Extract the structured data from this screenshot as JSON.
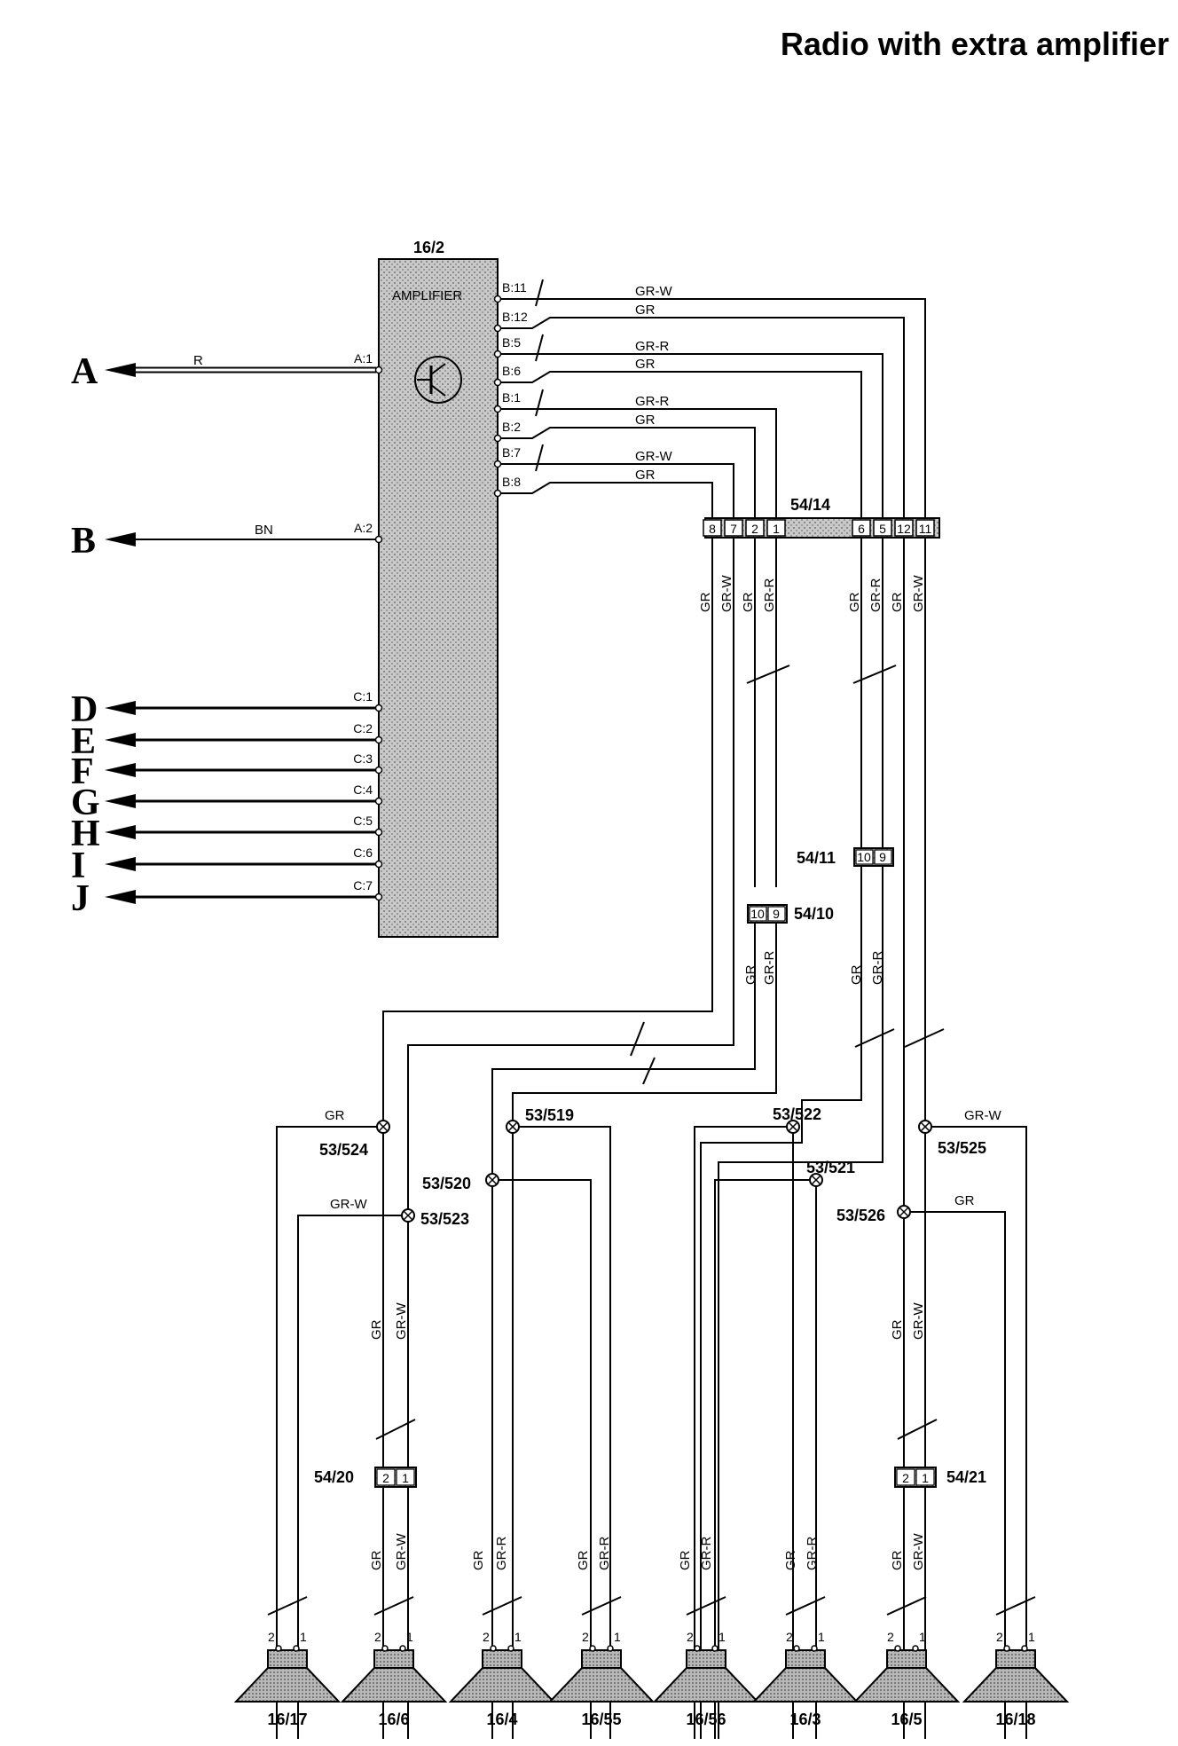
{
  "title": "Radio with extra amplifier",
  "amplifier": {
    "id": "16/2",
    "label": "AMPLIFIER",
    "pins_a": [
      "A:1",
      "A:2"
    ],
    "pins_b": [
      "B:11",
      "B:12",
      "B:5",
      "B:6",
      "B:1",
      "B:2",
      "B:7",
      "B:8"
    ],
    "pins_c": [
      "C:1",
      "C:2",
      "C:3",
      "C:4",
      "C:5",
      "C:6",
      "C:7"
    ]
  },
  "outputs": [
    {
      "letter": "A",
      "wire": "R"
    },
    {
      "letter": "B",
      "wire": "BN"
    },
    {
      "letter": "D",
      "wire": ""
    },
    {
      "letter": "E",
      "wire": ""
    },
    {
      "letter": "F",
      "wire": ""
    },
    {
      "letter": "G",
      "wire": ""
    },
    {
      "letter": "H",
      "wire": ""
    },
    {
      "letter": "I",
      "wire": ""
    },
    {
      "letter": "J",
      "wire": ""
    }
  ],
  "b_wires": [
    "GR-W",
    "GR",
    "GR-R",
    "GR",
    "GR-R",
    "GR",
    "GR-W",
    "GR"
  ],
  "connectors": {
    "c5414": {
      "id": "54/14",
      "pins": [
        "8",
        "7",
        "2",
        "1",
        "6",
        "5",
        "12",
        "11"
      ]
    },
    "c5410": {
      "id": "54/10",
      "pins": [
        "10",
        "9"
      ]
    },
    "c5411": {
      "id": "54/11",
      "pins": [
        "10",
        "9"
      ]
    },
    "c5420": {
      "id": "54/20",
      "pins": [
        "2",
        "1"
      ]
    },
    "c5421": {
      "id": "54/21",
      "pins": [
        "2",
        "1"
      ]
    }
  },
  "vertical_wires": {
    "below_5414": [
      "GR",
      "GR-W",
      "GR",
      "GR-R",
      "GR",
      "GR-R",
      "GR",
      "GR-W"
    ],
    "below_5410": [
      "GR",
      "GR-R"
    ],
    "below_5411": [
      "GR",
      "GR-R"
    ],
    "above_5420": [
      "GR",
      "GR-W"
    ],
    "above_5421": [
      "GR",
      "GR-W"
    ]
  },
  "splices": [
    "53/524",
    "53/523",
    "53/519",
    "53/520",
    "53/522",
    "53/521",
    "53/525",
    "53/526"
  ],
  "splice_wires": {
    "s524": "GR",
    "s523": "GR-W",
    "s525": "GR-W",
    "s526": "GR"
  },
  "speaker_wires": [
    "GR",
    "GR-W",
    "GR",
    "GR-R",
    "GR",
    "GR-R",
    "GR",
    "GR-R",
    "GR",
    "GR-R",
    "GR",
    "GR-W"
  ],
  "speakers": [
    {
      "id": "16/17",
      "pin_left": "2",
      "pin_right": "1"
    },
    {
      "id": "16/6",
      "pin_left": "2",
      "pin_right": "1"
    },
    {
      "id": "16/4",
      "pin_left": "2",
      "pin_right": "1"
    },
    {
      "id": "16/55",
      "pin_left": "2",
      "pin_right": "1"
    },
    {
      "id": "16/56",
      "pin_left": "2",
      "pin_right": "1"
    },
    {
      "id": "16/3",
      "pin_left": "2",
      "pin_right": "1"
    },
    {
      "id": "16/5",
      "pin_left": "2",
      "pin_right": "1"
    },
    {
      "id": "16/18",
      "pin_left": "2",
      "pin_right": "1"
    }
  ]
}
